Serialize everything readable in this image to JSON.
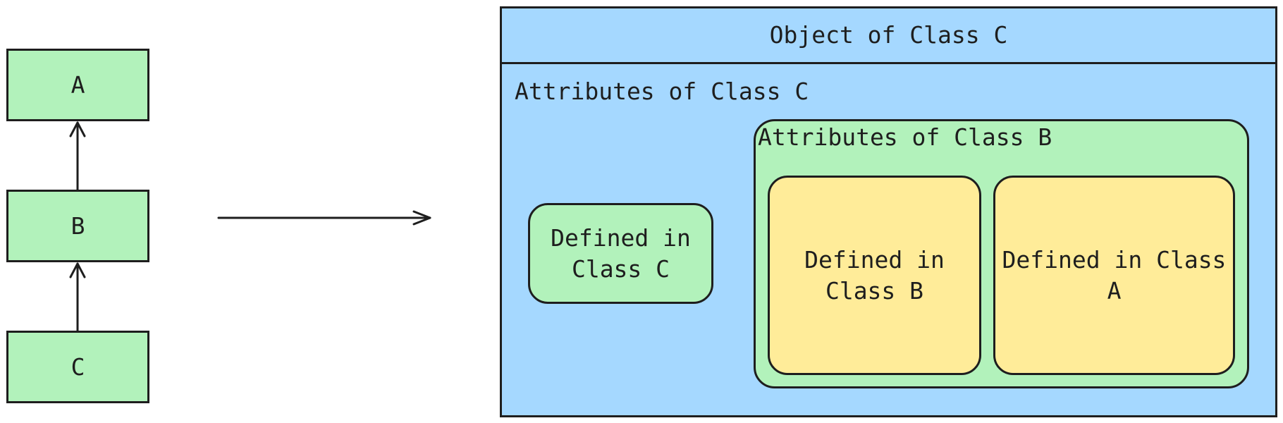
{
  "hierarchy": {
    "class_a": "A",
    "class_b": "B",
    "class_c": "C"
  },
  "object": {
    "header": "Object of Class C",
    "attrs_c_title": "Attributes of Class C",
    "defined_in_c": "Defined in Class C",
    "attrs_b_title": "Attributes of Class B",
    "defined_in_b": "Defined in Class B",
    "defined_in_a": "Defined in Class A"
  },
  "colors": {
    "green": "#b2f2bb",
    "yellow": "#ffec99",
    "blue": "#a5d8ff",
    "stroke": "#1e1e1e"
  }
}
